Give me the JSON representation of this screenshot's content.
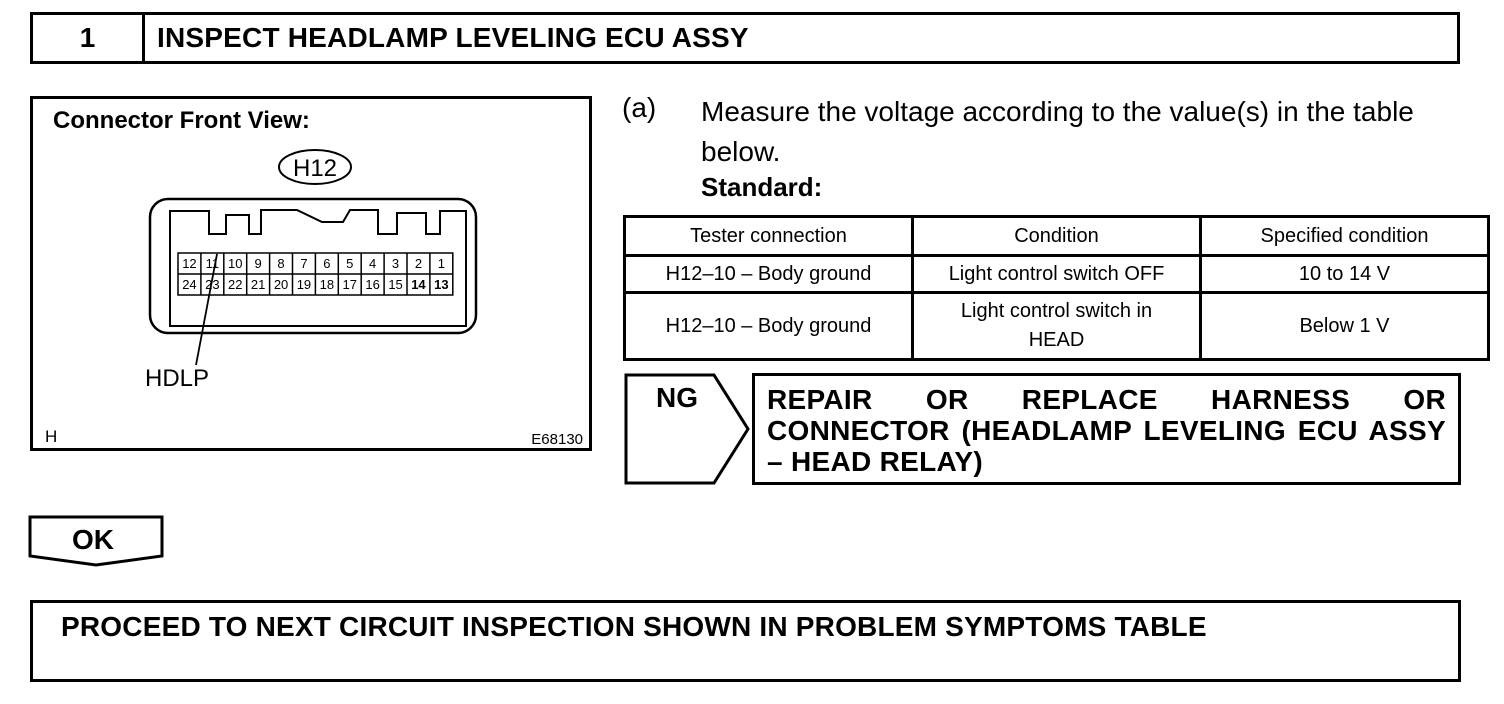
{
  "step": {
    "number": "1",
    "title": "INSPECT HEADLAMP LEVELING ECU ASSY"
  },
  "figure": {
    "title": "Connector Front View:",
    "connector_id": "H12",
    "pins_top_row": [
      "12",
      "11",
      "10",
      "9",
      "8",
      "7",
      "6",
      "5",
      "4",
      "3",
      "2",
      "1"
    ],
    "pins_bottom_row": [
      "24",
      "23",
      "22",
      "21",
      "20",
      "19",
      "18",
      "17",
      "16",
      "15",
      "14",
      "13"
    ],
    "pin_label": "HDLP",
    "corner_letter": "H",
    "figure_code": "E68130"
  },
  "instruction": {
    "letter": "(a)",
    "text": "Measure the voltage according to the value(s) in the table below.",
    "standard_label": "Standard:"
  },
  "spec_table": {
    "headers": [
      "Tester connection",
      "Condition",
      "Specified condition"
    ],
    "rows": [
      [
        "H12–10 – Body ground",
        "Light control switch OFF",
        "10 to 14 V"
      ],
      [
        "H12–10 – Body ground",
        "Light control switch in HEAD",
        "Below 1 V"
      ]
    ]
  },
  "ng_branch": {
    "label": "NG",
    "action": "REPAIR OR REPLACE HARNESS OR CONNECTOR (HEADLAMP LEVELING ECU ASSY – HEAD RELAY)"
  },
  "ok_branch": {
    "label": "OK"
  },
  "next_step": {
    "text": "PROCEED TO NEXT CIRCUIT INSPECTION SHOWN IN PROBLEM SYMPTOMS TABLE"
  }
}
